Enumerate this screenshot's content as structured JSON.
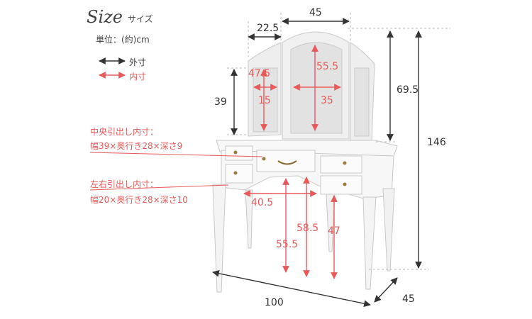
{
  "header": {
    "title": "Size",
    "subtitle": "サイズ",
    "unit": "単位：(約)cm"
  },
  "legend": {
    "outer": "外寸",
    "inner": "内寸"
  },
  "notes": {
    "center_drawer_title": "中央引出し内寸：",
    "center_drawer_dims": "幅39×奥行き28×深さ9",
    "side_drawer_title": "左右引出し内寸：",
    "side_drawer_dims": "幅20×奥行き28×深さ10"
  },
  "outer_dimensions": {
    "mirror_center_width": "45",
    "mirror_side_width": "22.5",
    "mirror_height_from_top": "39",
    "mirror_total_height": "69.5",
    "total_height": "146",
    "width": "100",
    "depth": "45"
  },
  "inner_dimensions": {
    "side_mirror_height": "47.5",
    "side_mirror_width": "15",
    "center_mirror_height": "55.5",
    "center_mirror_width": "35",
    "knee_width": "40.5",
    "knee_height_center": "58.5",
    "knee_height_left": "55.5",
    "knee_height_right": "47"
  },
  "colors": {
    "outer_arrow": "#333333",
    "inner_arrow": "#e85a5a",
    "guide_line": "#b8b8b8"
  }
}
